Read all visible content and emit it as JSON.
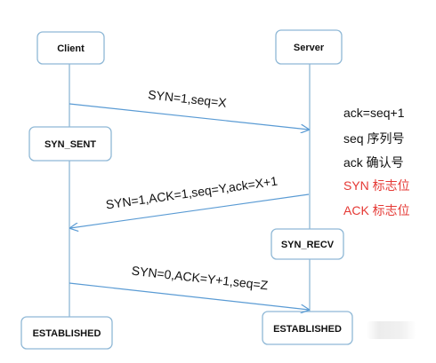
{
  "participants": {
    "client": "Client",
    "server": "Server"
  },
  "states": {
    "client_syn_sent": "SYN_SENT",
    "server_syn_recv": "SYN_RECV",
    "client_established": "ESTABLISHED",
    "server_established": "ESTABLISHED"
  },
  "messages": {
    "first": "SYN=1,seq=X",
    "second": "SYN=1,ACK=1,seq=Y,ack=X+1",
    "third": "SYN=0,ACK=Y+1,seq=Z"
  },
  "legend": {
    "ack_rule": "ack=seq+1",
    "seq_desc": "seq 序列号",
    "ack_desc": "ack 确认号",
    "syn_flag": "SYN 标志位",
    "ack_flag": "ACK 标志位"
  },
  "colors": {
    "box_border": "#8fb8d6",
    "arrow": "#5a9bd4",
    "flag_text": "#e53935"
  }
}
